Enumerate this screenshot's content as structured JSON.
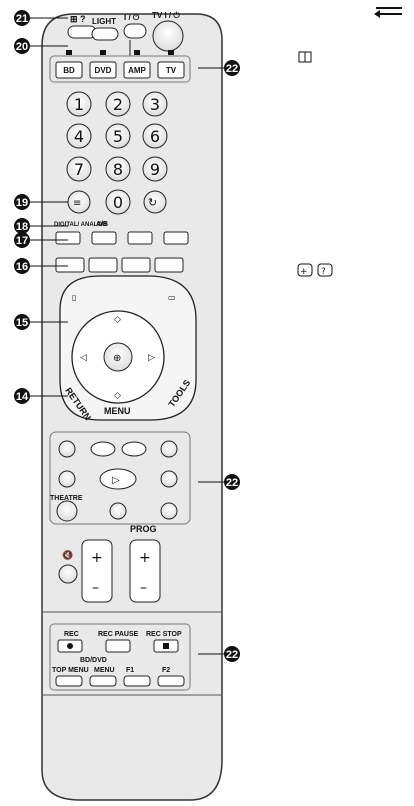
{
  "remote": {
    "top_labels": {
      "light": "LIGHT",
      "power": "I / ⏻",
      "tv_power": "TV I / ⏻"
    },
    "source_buttons": [
      "BD",
      "DVD",
      "AMP",
      "TV"
    ],
    "digits": [
      "1",
      "2",
      "3",
      "4",
      "5",
      "6",
      "7",
      "8",
      "9",
      "0"
    ],
    "labels": {
      "digital_analog": "DIGITAL/ ANALOG",
      "ab": "A/B",
      "return": "RETURN",
      "tools": "TOOLS",
      "menu": "MENU",
      "theatre": "THEATRE",
      "prog": "PROG",
      "rec": "REC",
      "rec_pause": "REC PAUSE",
      "rec_stop": "REC STOP",
      "bd_dvd": "BD/DVD",
      "top_menu": "TOP MENU",
      "menu2": "MENU",
      "f1": "F1",
      "f2": "F2"
    }
  },
  "callouts": [
    {
      "id": "21"
    },
    {
      "id": "20"
    },
    {
      "id": "22"
    },
    {
      "id": "19"
    },
    {
      "id": "18"
    },
    {
      "id": "17"
    },
    {
      "id": "16"
    },
    {
      "id": "15"
    },
    {
      "id": "14"
    },
    {
      "id": "22"
    },
    {
      "id": "22"
    }
  ],
  "side_icons": [
    "return-arrow-icon",
    "book-icon",
    "info-help-icon"
  ]
}
